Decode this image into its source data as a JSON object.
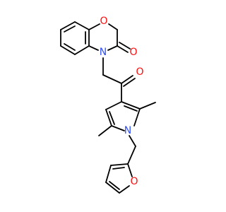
{
  "atoms": [
    {
      "id": "O_ring",
      "label": "O",
      "color": "#ff0d0d"
    },
    {
      "id": "O_carbonyl_top",
      "label": "O",
      "color": "#ff0d0d"
    },
    {
      "id": "N_ring",
      "label": "N",
      "color": "#3050f8"
    },
    {
      "id": "O_ketone",
      "label": "O",
      "color": "#ff0d0d"
    },
    {
      "id": "N_pyrrole",
      "label": "N",
      "color": "#3050f8"
    },
    {
      "id": "O_furan",
      "label": "O",
      "color": "#ff0d0d"
    }
  ],
  "bond_color": "#000000"
}
